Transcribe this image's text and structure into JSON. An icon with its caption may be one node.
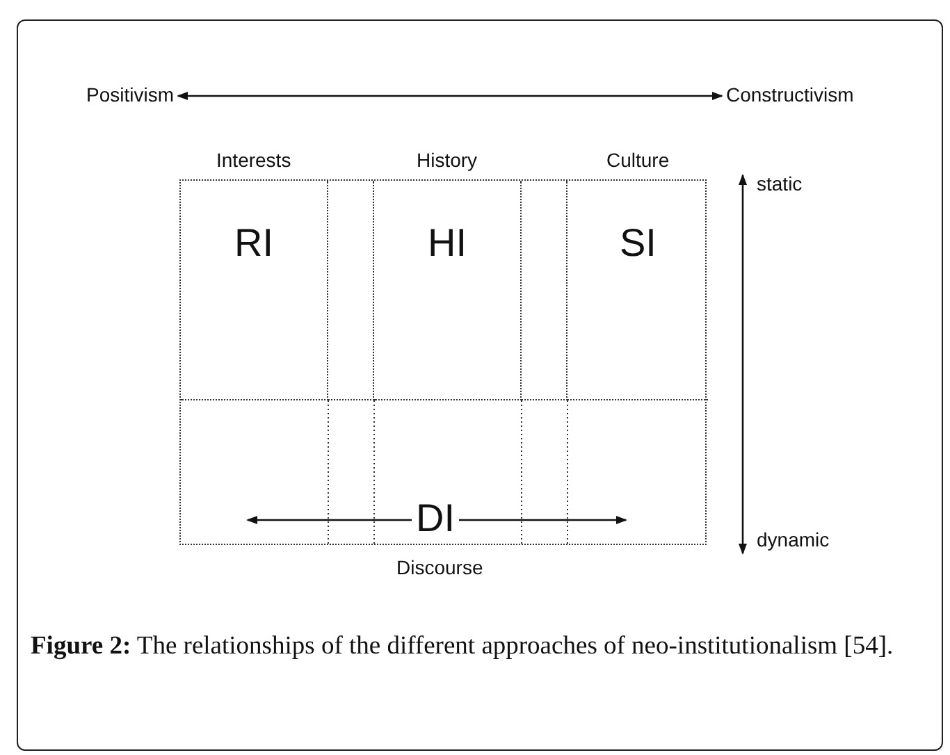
{
  "diagram": {
    "caption": "**Figure 2:** The relationships of the different approaches of neo-institutionalism [54].",
    "nodes": [
      {
        "text": [
          "Positivism"
        ]
      },
      {
        "text": [
          "Constructivism"
        ]
      },
      {
        "text": [
          "static"
        ]
      },
      {
        "text": [
          "dynamic"
        ]
      },
      {
        "text": [],
        "shape": "box"
      },
      {
        "text": [
          "Interests",
          "RI"
        ],
        "in": 4
      },
      {
        "text": [],
        "shape": "box",
        "in": 4
      },
      {
        "text": [
          "History",
          "HI"
        ],
        "in": 4
      },
      {
        "text": [],
        "shape": "box",
        "in": 4
      },
      {
        "text": [
          "Culture",
          "SI"
        ],
        "in": 4
      },
      {
        "text": [
          "DI",
          "Discourse"
        ],
        "in": 4
      }
    ],
    "edges": [
      {
        "from": 0,
        "to": 1,
        "arrow": "both"
      },
      {
        "from": 2,
        "to": 3,
        "arrow": "both"
      },
      {
        "from": 10,
        "to": null,
        "arrow": "to"
      },
      {
        "from": 10,
        "to": null,
        "arrow": "to"
      }
    ]
  }
}
